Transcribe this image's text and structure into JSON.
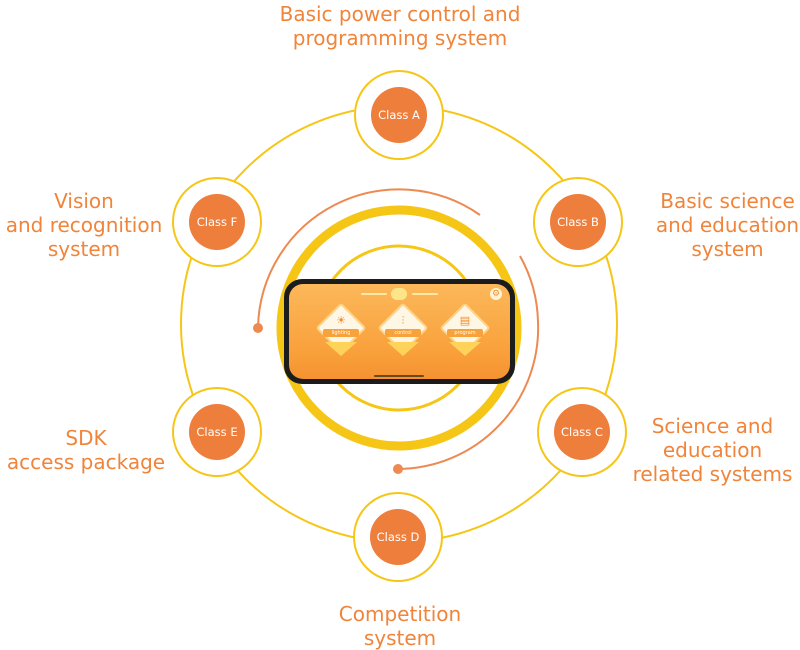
{
  "diagram": {
    "classes": [
      {
        "id": "a",
        "label": "Class A",
        "caption": [
          "Basic power control and",
          "programming system"
        ]
      },
      {
        "id": "b",
        "label": "Class B",
        "caption": [
          "Basic science",
          "and education",
          "system"
        ]
      },
      {
        "id": "c",
        "label": "Class C",
        "caption": [
          "Science and",
          "education",
          "related systems"
        ]
      },
      {
        "id": "d",
        "label": "Class D",
        "caption": [
          "Competition",
          "system"
        ]
      },
      {
        "id": "e",
        "label": "Class E",
        "caption": [
          "SDK",
          "access package"
        ]
      },
      {
        "id": "f",
        "label": "Class F",
        "caption": [
          "Vision",
          "and recognition",
          "system"
        ]
      }
    ],
    "app_tiles": [
      {
        "label": "lighting",
        "icon": "lightbulb-icon"
      },
      {
        "label": "control",
        "icon": "sliders-icon"
      },
      {
        "label": "program",
        "icon": "code-block-icon"
      }
    ]
  },
  "colors": {
    "accent": "#ee7e3c",
    "ring": "#f6c617",
    "arc": "#ec8a52",
    "caption": "#f0843a",
    "screen": "#f9a13c"
  }
}
